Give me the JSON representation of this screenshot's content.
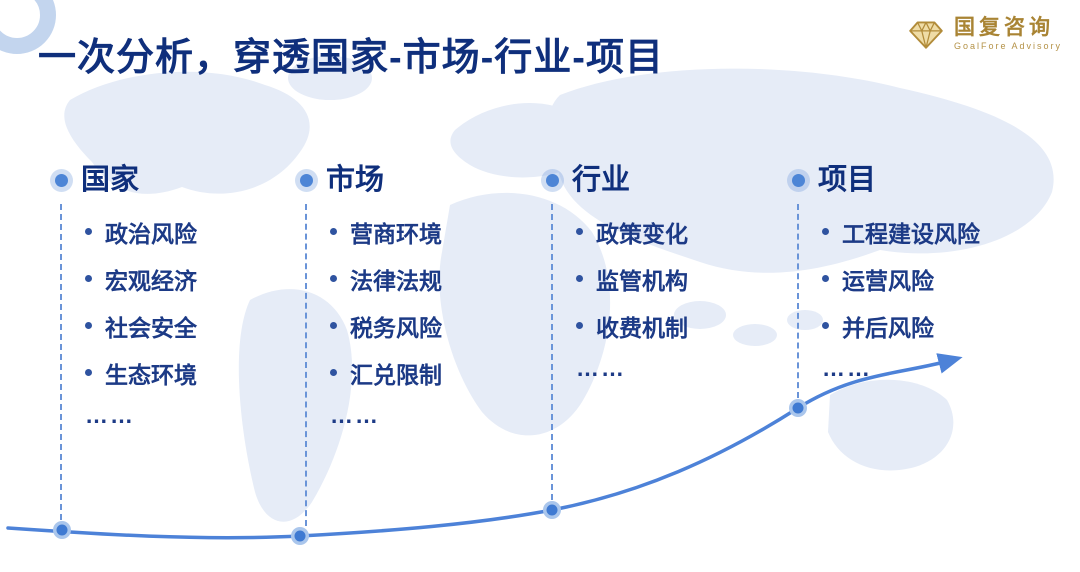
{
  "page": {
    "title": "一次分析，穿透国家-市场-行业-项目"
  },
  "logo": {
    "name": "国复咨询",
    "subtitle": "GoalFore Advisory",
    "icon": "gem-icon"
  },
  "columns": [
    {
      "title": "国家",
      "items": [
        "政治风险",
        "宏观经济",
        "社会安全",
        "生态环境"
      ],
      "ellipsis": "……"
    },
    {
      "title": "市场",
      "items": [
        "营商环境",
        "法律法规",
        "税务风险",
        "汇兑限制"
      ],
      "ellipsis": "……"
    },
    {
      "title": "行业",
      "items": [
        "政策变化",
        "监管机构",
        "收费机制"
      ],
      "ellipsis": "……"
    },
    {
      "title": "项目",
      "items": [
        "工程建设风险",
        "运营风险",
        "并后风险"
      ],
      "ellipsis": "……"
    }
  ],
  "icons": {
    "timeline_node": "blue-dot-with-halo",
    "trend": "ascending-curve-arrow"
  },
  "colors": {
    "title": "#0f2f7c",
    "item_text": "#1c3a86",
    "accent_blue": "#4d82d8",
    "logo_gold": "#a98434",
    "map_fill": "#e4eaf5"
  }
}
